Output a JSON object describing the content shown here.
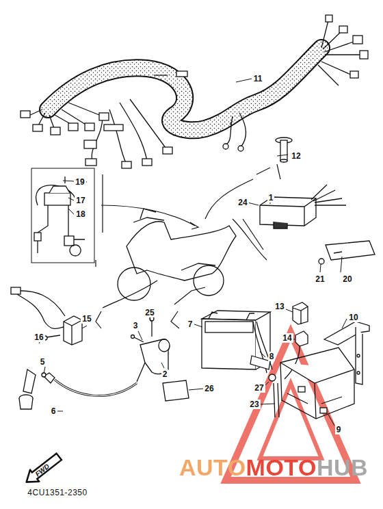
{
  "diagram": {
    "nodes": [
      {
        "text": [
          "FWD"
        ]
      }
    ],
    "labels": [
      "11",
      "12",
      "1",
      "24",
      "19",
      "17",
      "18",
      "20",
      "21",
      "15",
      "16",
      "5",
      "6",
      "25",
      "3",
      "2",
      "7",
      "13",
      "10",
      "14",
      "8",
      "27",
      "23",
      "9",
      "26",
      "4CU1351-2350",
      "AUTOMOTOHUB"
    ]
  }
}
